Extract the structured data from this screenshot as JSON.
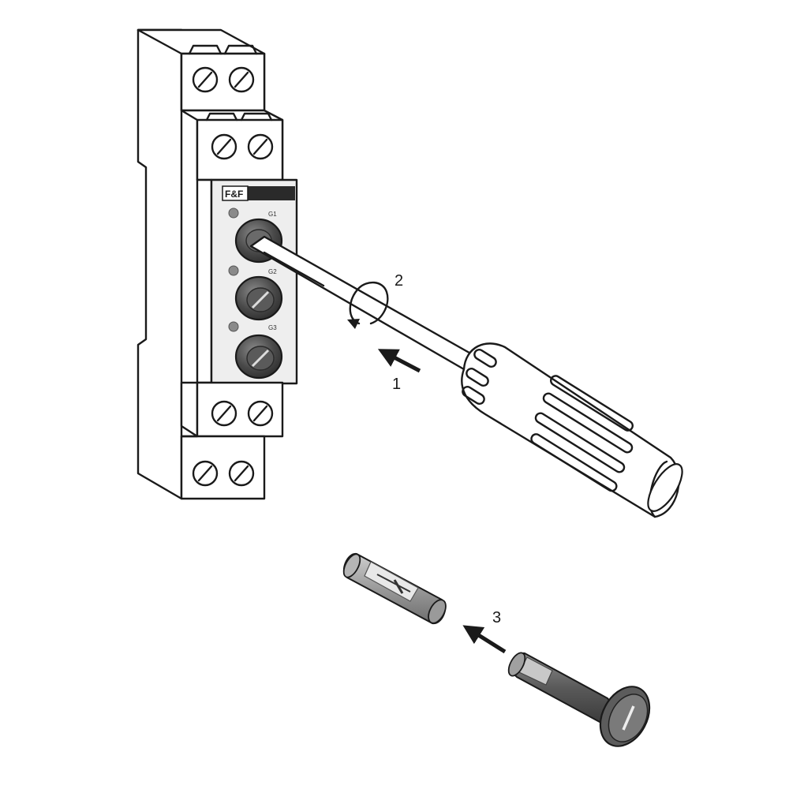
{
  "colors": {
    "line": "#1a1a1a",
    "face": "#eeeeee",
    "knob": "#555555",
    "knob_dark": "#333333",
    "led": "#888888",
    "fuse_body": "#7a7a7a",
    "background": "#ffffff"
  },
  "device": {
    "logo_text": "F&F",
    "fuse_labels": [
      "G1",
      "G2",
      "G3"
    ]
  },
  "steps": [
    {
      "number": "1",
      "action": "push"
    },
    {
      "number": "2",
      "action": "rotate"
    },
    {
      "number": "3",
      "action": "insert"
    }
  ],
  "icons": [
    "screwdriver-icon",
    "fuse-cartridge-icon",
    "fuse-holder-icon",
    "push-arrow-icon",
    "rotate-arrow-icon"
  ]
}
